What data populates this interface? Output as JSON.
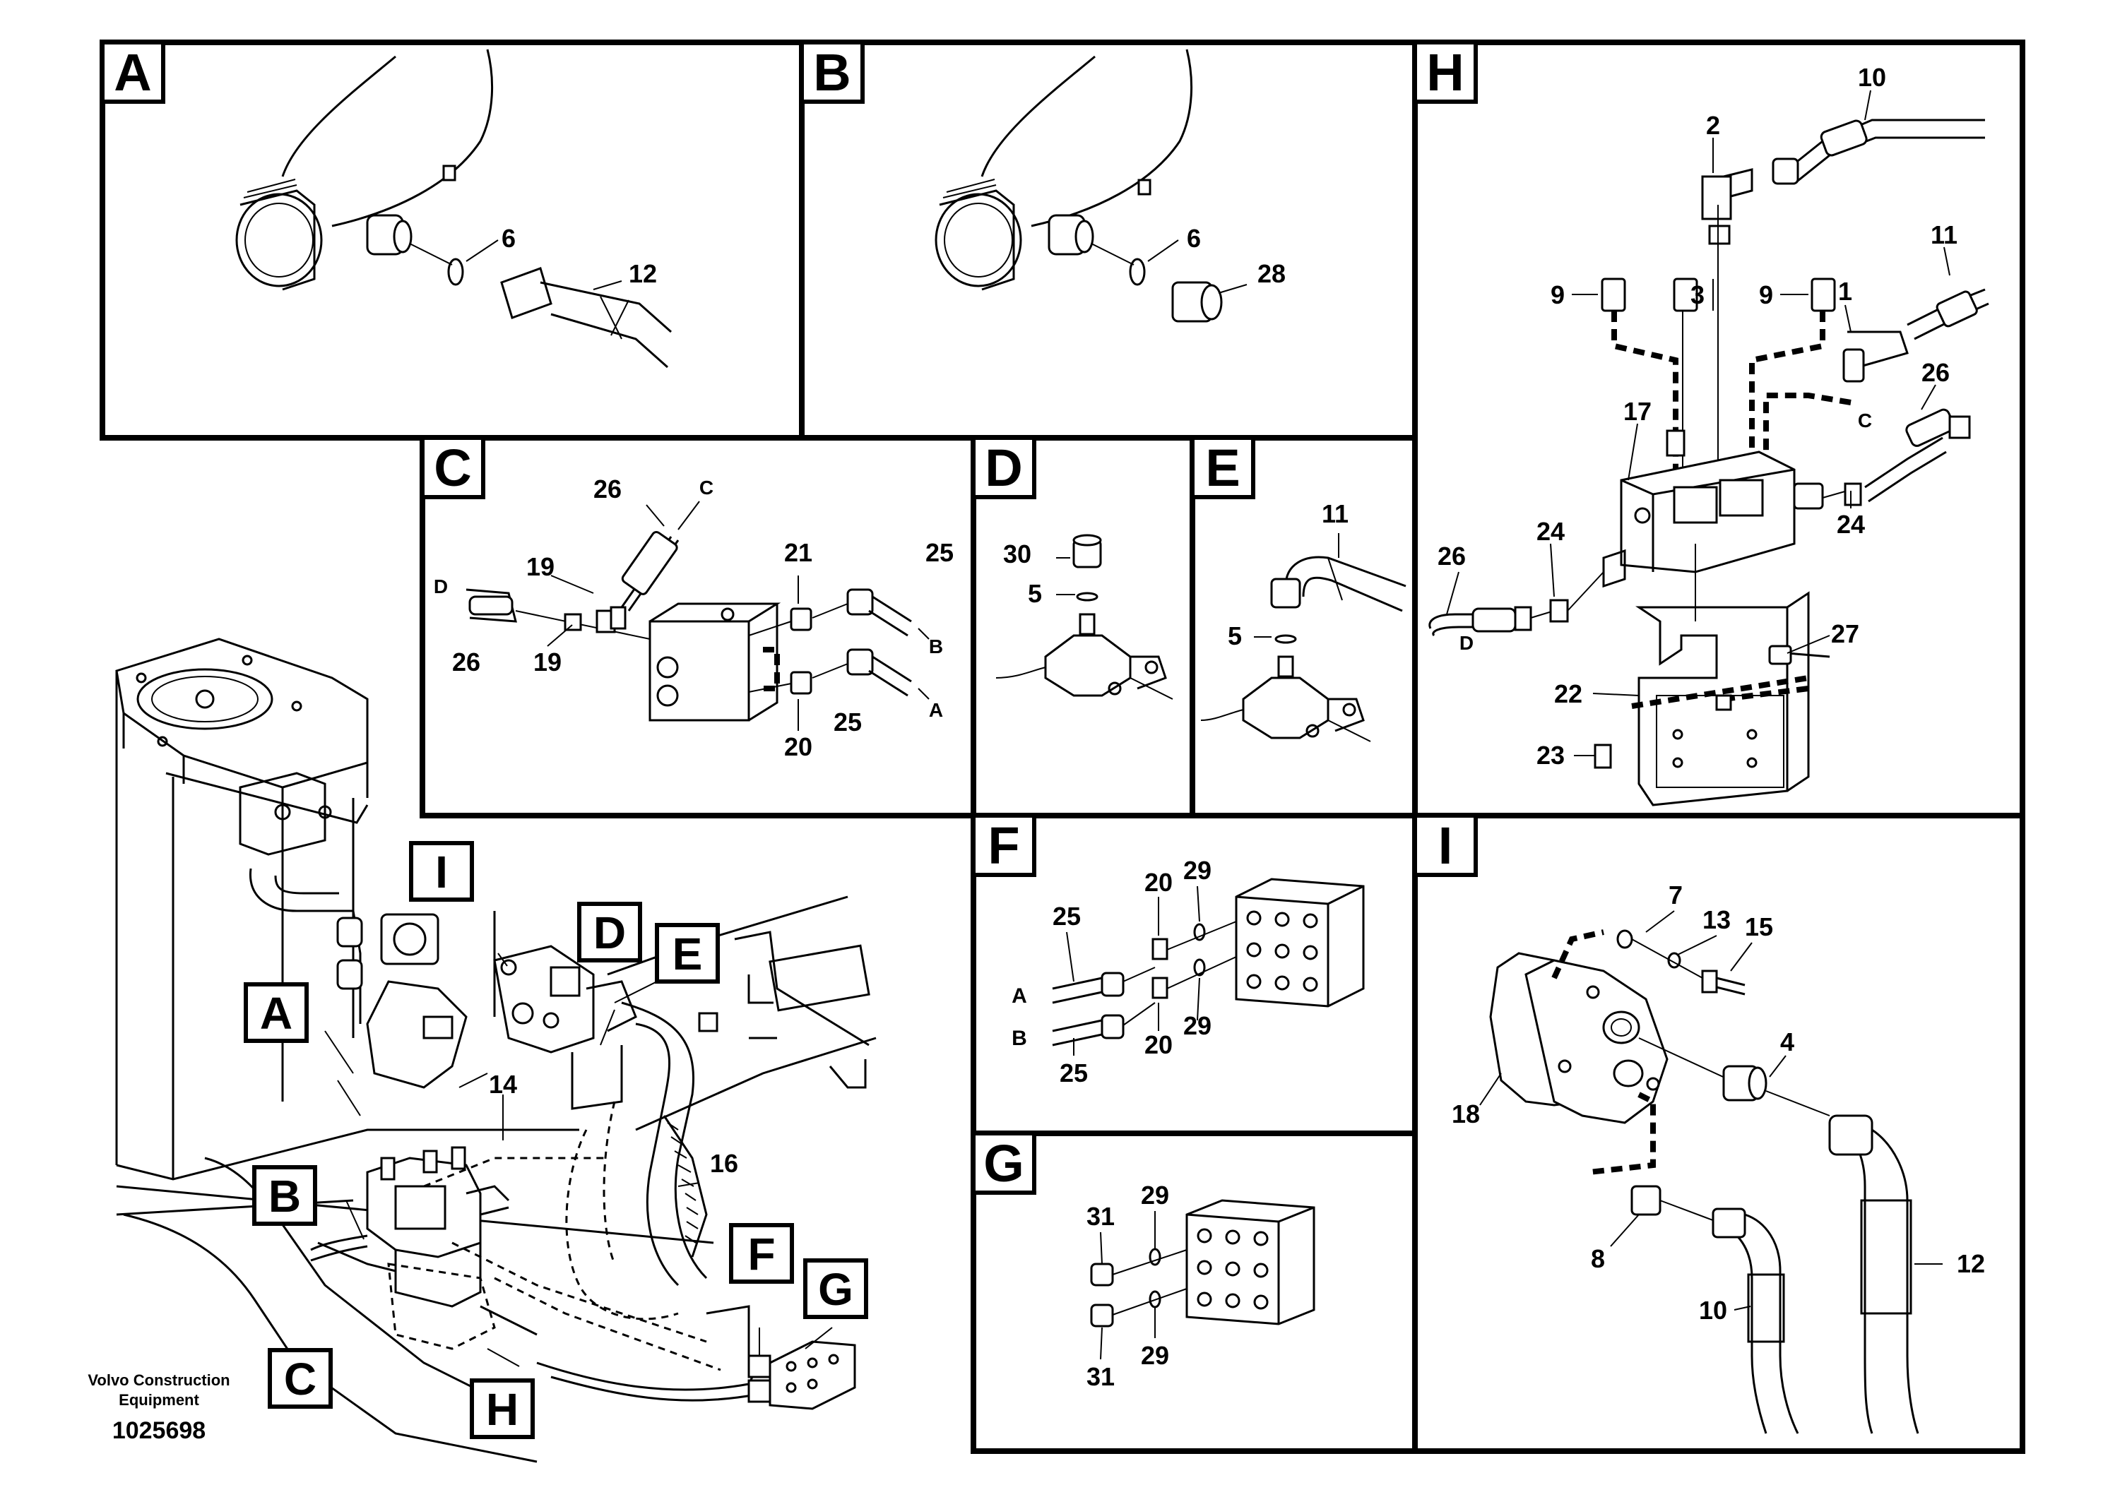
{
  "caption": {
    "maker_line1": "Volvo Construction",
    "maker_line2": "Equipment",
    "doc_number": "1025698"
  },
  "panels": {
    "A": {
      "letter": "A",
      "labels": {
        "p6": "6",
        "p12": "12"
      }
    },
    "B": {
      "letter": "B",
      "labels": {
        "p6": "6",
        "p28": "28"
      }
    },
    "C": {
      "letter": "C",
      "labels": {
        "p26a": "26",
        "pCtop": "C",
        "p19a": "19",
        "pD": "D",
        "p26b": "26",
        "p19b": "19",
        "p21": "21",
        "p25a": "25",
        "pB": "B",
        "p20": "20",
        "p25b": "25",
        "pA": "A"
      }
    },
    "D": {
      "letter": "D",
      "labels": {
        "p30": "30",
        "p5": "5"
      }
    },
    "E": {
      "letter": "E",
      "labels": {
        "p11": "11",
        "p5": "5"
      }
    },
    "F": {
      "letter": "F",
      "labels": {
        "p25a": "25",
        "p20a": "20",
        "p29a": "29",
        "pA": "A",
        "pB": "B",
        "p25b": "25",
        "p20b": "20",
        "p29b": "29"
      }
    },
    "G": {
      "letter": "G",
      "labels": {
        "p31a": "31",
        "p29a": "29",
        "p31b": "31",
        "p29b": "29"
      }
    },
    "H": {
      "letter": "H",
      "labels": {
        "p10": "10",
        "p2": "2",
        "p11": "11",
        "p9a": "9",
        "p3": "3",
        "p9b": "9",
        "p1": "1",
        "p26a": "26",
        "pC": "C",
        "p17": "17",
        "p24a": "24",
        "p24b": "24",
        "p26b": "26",
        "pD": "D",
        "p27": "27",
        "p22": "22",
        "p23": "23"
      }
    },
    "I": {
      "letter": "I",
      "labels": {
        "p7": "7",
        "p13": "13",
        "p15": "15",
        "p4": "4",
        "p18": "18",
        "p8": "8",
        "p12": "12",
        "p10": "10"
      }
    }
  },
  "overview": {
    "callouts": {
      "I": "I",
      "D": "D",
      "E": "E",
      "A": "A",
      "B": "B",
      "C": "C",
      "F": "F",
      "G": "G",
      "H": "H"
    },
    "labels": {
      "p14": "14",
      "p16": "16"
    }
  }
}
